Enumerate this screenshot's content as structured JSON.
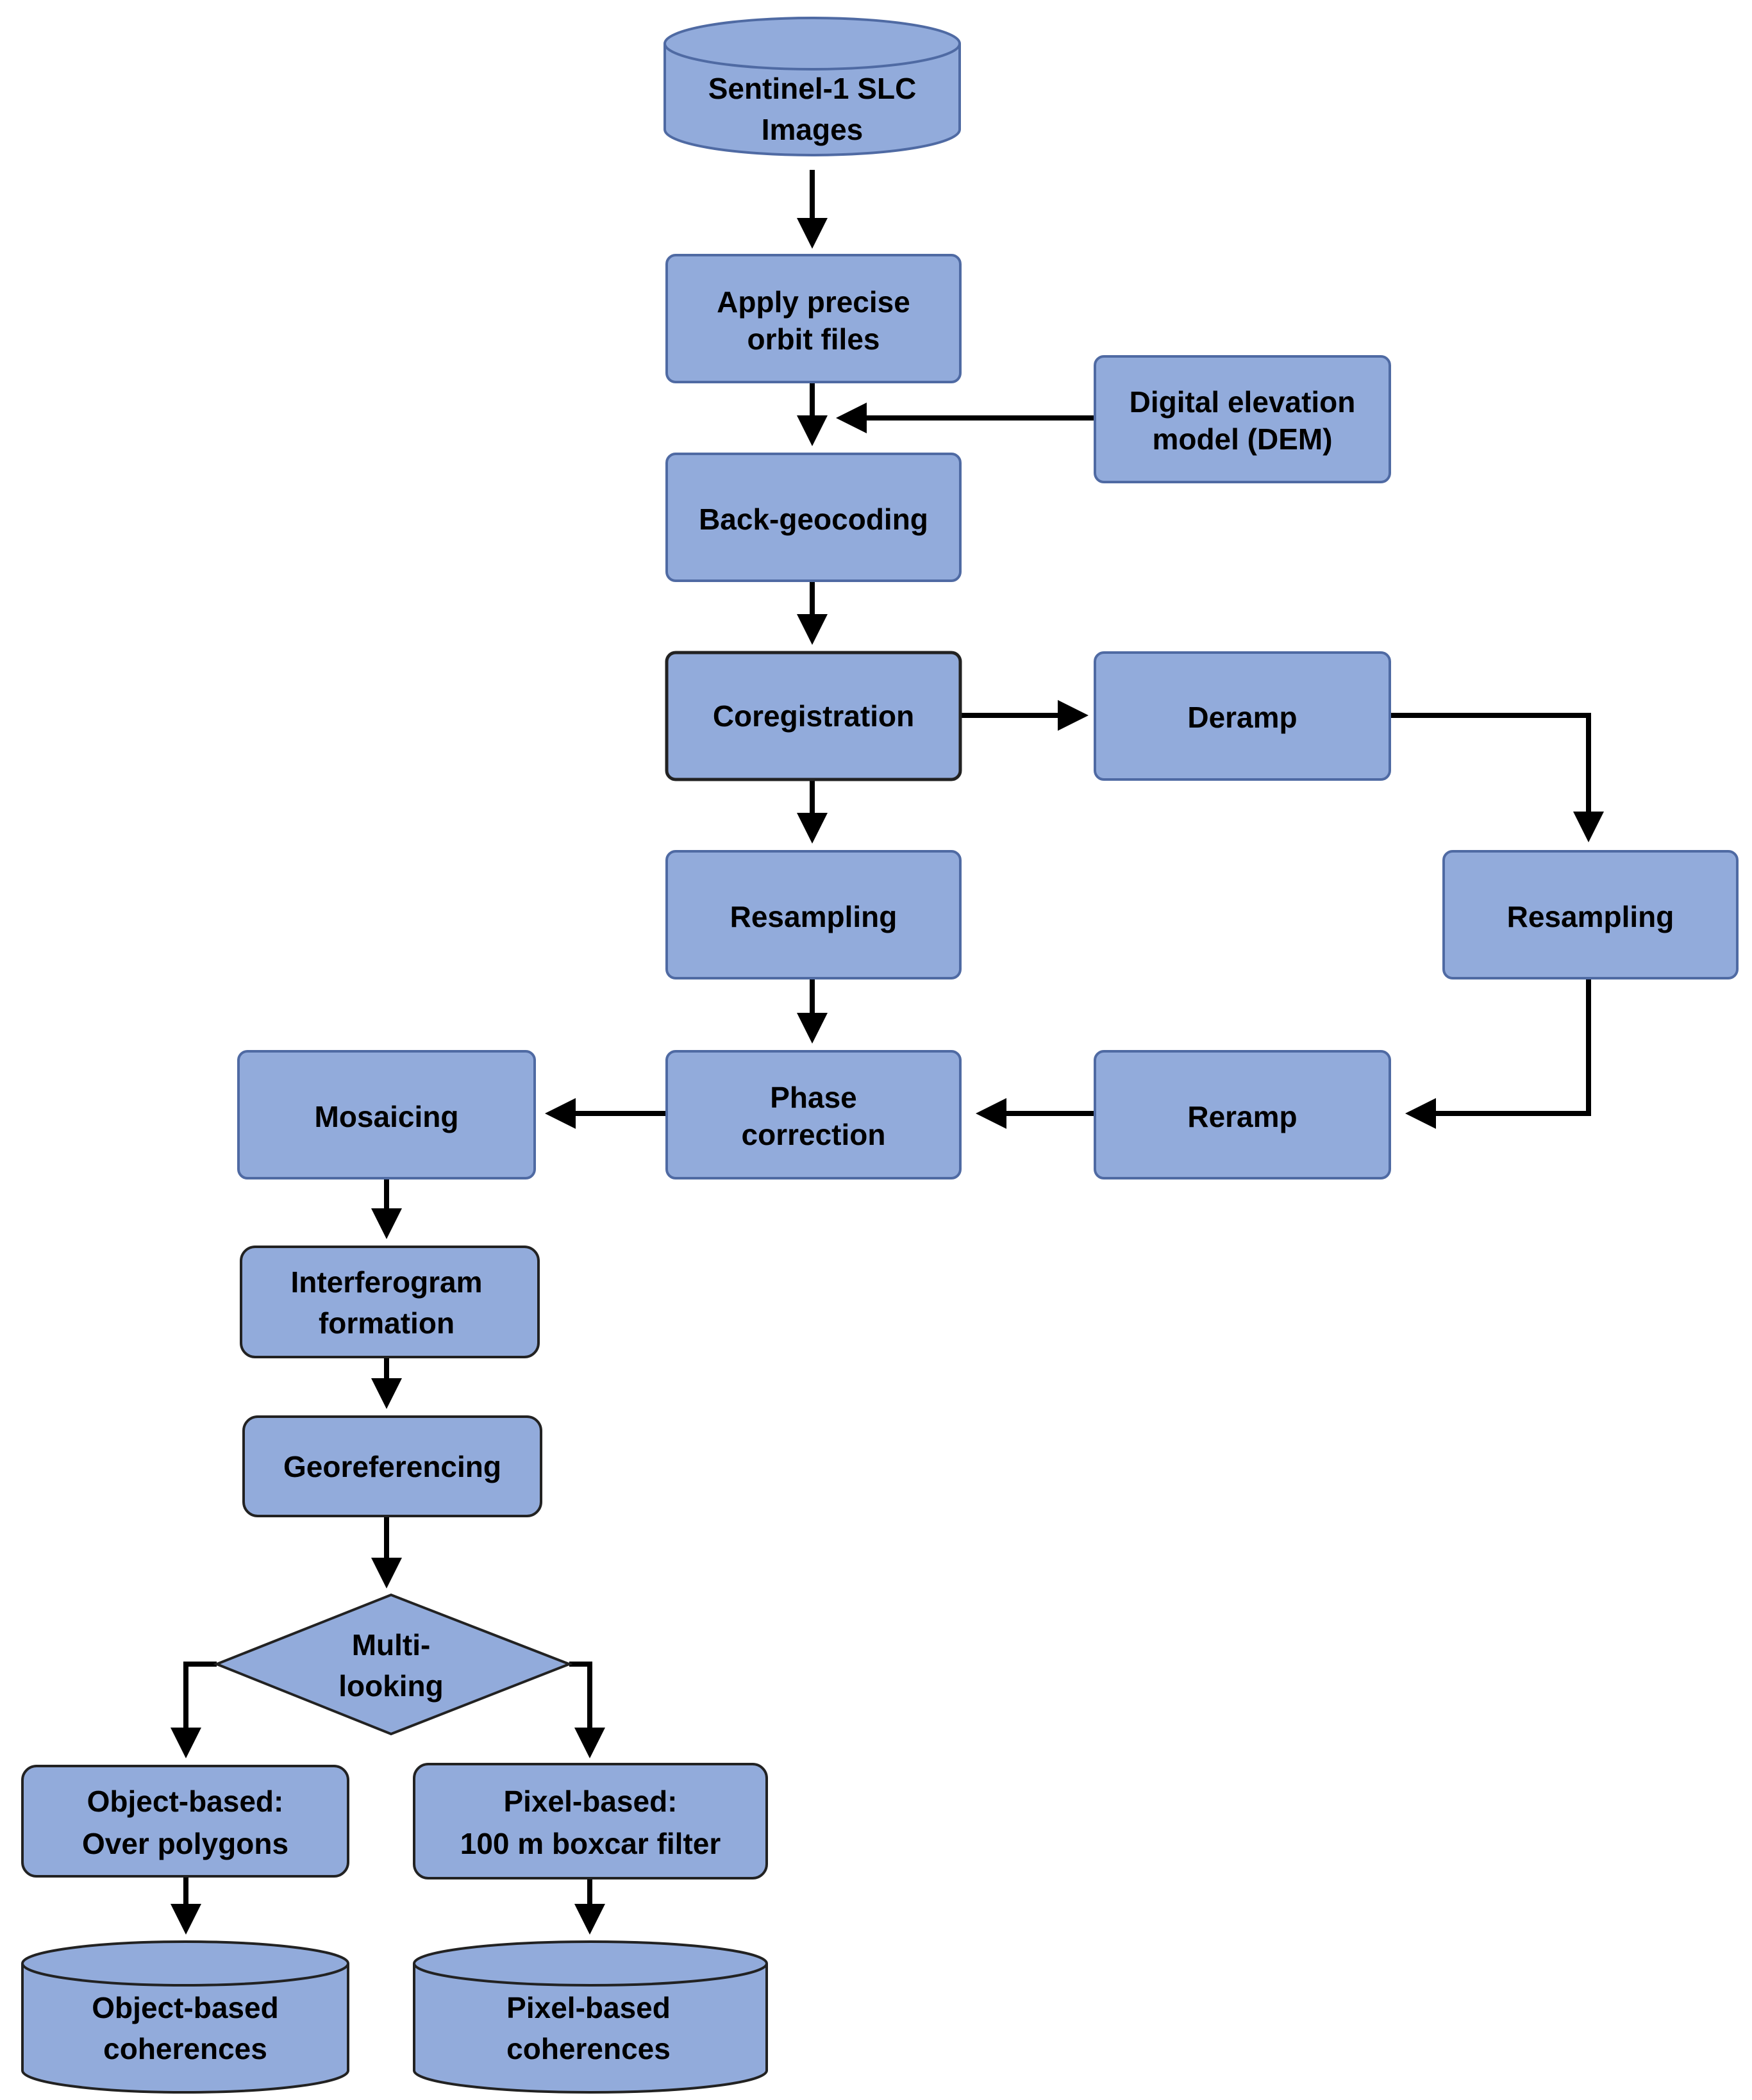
{
  "colors": {
    "box_fill": "#92ABDB",
    "box_stroke": "#4F6AA3",
    "text": "#000000",
    "arrow": "#000000"
  },
  "nodes": {
    "sentinel": {
      "line1": "Sentinel-1 SLC",
      "line2": "Images"
    },
    "orbit": {
      "line1": "Apply precise",
      "line2": "orbit files"
    },
    "dem": {
      "line1": "Digital elevation",
      "line2": "model (DEM)"
    },
    "backgeo": {
      "label": "Back-geocoding"
    },
    "coreg": {
      "label": "Coregistration"
    },
    "deramp": {
      "label": "Deramp"
    },
    "resample_left": {
      "label": "Resampling"
    },
    "resample_right": {
      "label": "Resampling"
    },
    "phase": {
      "line1": "Phase",
      "line2": "correction"
    },
    "reramp": {
      "label": "Reramp"
    },
    "mosaic": {
      "label": "Mosaicing"
    },
    "interf": {
      "line1": "Interferogram",
      "line2": "formation"
    },
    "georef": {
      "label": "Georeferencing"
    },
    "multilook": {
      "line1": "Multi-",
      "line2": "looking"
    },
    "object_based": {
      "line1": "Object-based:",
      "line2": "Over polygons"
    },
    "pixel_based": {
      "line1": "Pixel-based:",
      "line2": "100 m boxcar filter"
    },
    "object_coh": {
      "line1": "Object-based",
      "line2": "coherences"
    },
    "pixel_coh": {
      "line1": "Pixel-based",
      "line2": "coherences"
    }
  }
}
